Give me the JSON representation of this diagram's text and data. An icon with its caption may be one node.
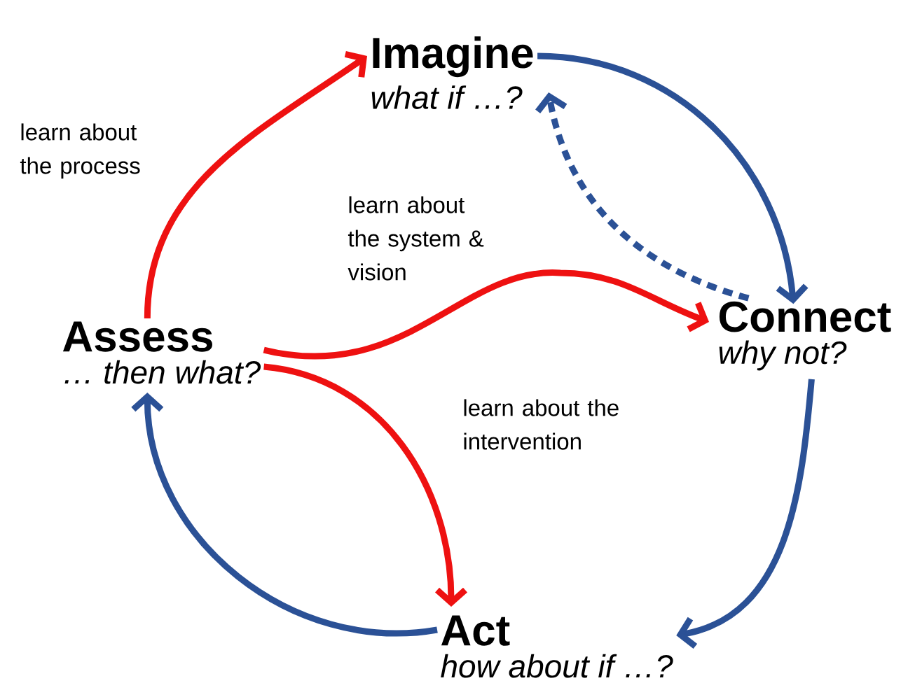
{
  "diagram": {
    "nodes": [
      {
        "text": [
          "Imagine",
          "what if …?"
        ]
      },
      {
        "text": [
          "Connect",
          "why not?"
        ]
      },
      {
        "text": [
          "Act",
          "how about if …?"
        ]
      },
      {
        "text": [
          "Assess",
          "… then what?"
        ]
      }
    ],
    "edges": [
      {
        "from": 0,
        "to": 1,
        "arrow": "to"
      },
      {
        "from": 1,
        "to": 2,
        "arrow": "to"
      },
      {
        "from": 2,
        "to": 3,
        "arrow": "to"
      },
      {
        "from": 1,
        "to": 0,
        "arrow": "to",
        "style": "dashed"
      },
      {
        "from": 3,
        "to": 0,
        "arrow": "to",
        "color": "#ee1111",
        "label": "learn about the process"
      },
      {
        "from": 3,
        "to": 1,
        "arrow": "to",
        "color": "#ee1111",
        "label": "learn about the system & vision"
      },
      {
        "from": 3,
        "to": 2,
        "arrow": "to",
        "color": "#ee1111",
        "label": "learn about the intervention"
      }
    ]
  }
}
